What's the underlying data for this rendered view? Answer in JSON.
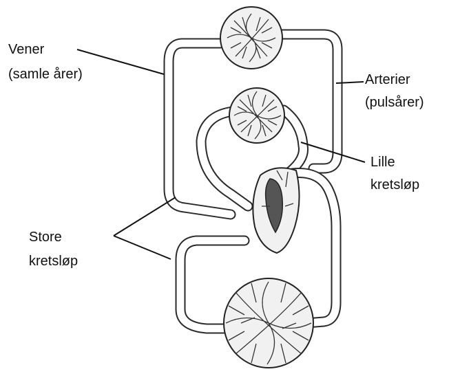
{
  "labels": {
    "vener_line1": "Vener",
    "vener_line2": "(samle årer)",
    "arterier_line1": "Arterier",
    "arterier_line2": "(pulsårer)",
    "lille_line1": "Lille",
    "lille_line2": "kretsløp",
    "store_line1": "Store",
    "store_line2": "kretsløp"
  }
}
